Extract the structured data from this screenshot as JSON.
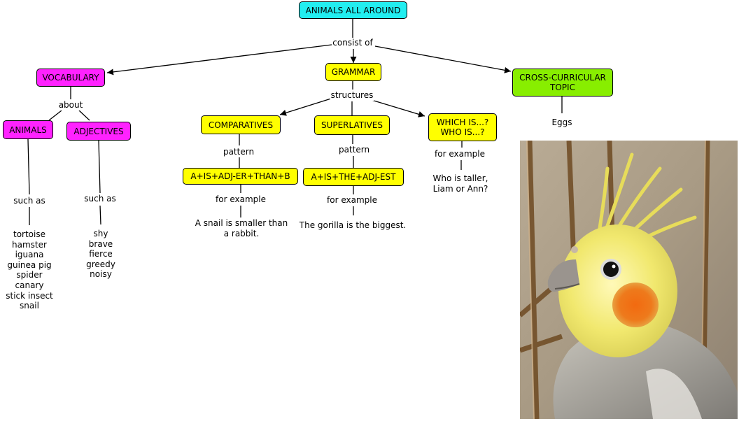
{
  "colors": {
    "root": "#22eef0",
    "vocab": "#ff22ff",
    "grammar": "#ffff00",
    "cross": "#88ee00",
    "line": "#000000"
  },
  "nodes": {
    "root": "ANIMALS ALL AROUND",
    "vocabulary": "VOCABULARY",
    "grammar": "GRAMMAR",
    "cross": "CROSS-CURRICULAR\nTOPIC",
    "animals": "ANIMALS",
    "adjectives": "ADJECTIVES",
    "comparatives": "COMPARATIVES",
    "superlatives": "SUPERLATIVES",
    "which": "WHICH IS...?\nWHO IS...?",
    "comp_pattern": "A+IS+ADJ-ER+THAN+B",
    "sup_pattern": "A+IS+THE+ADJ-EST"
  },
  "links": {
    "consist_of": "consist of",
    "about": "about",
    "structures": "structures",
    "comp_pattern": "pattern",
    "sup_pattern": "pattern",
    "which_example": "for example",
    "comp_example": "for example",
    "sup_example": "for example",
    "animals_such": "such as",
    "adjectives_such": "such as"
  },
  "leaves": {
    "eggs": "Eggs",
    "comp_sentence": "A snail is smaller than\na rabbit.",
    "sup_sentence": "The gorilla is the biggest.",
    "which_sentence": "Who is taller,\nLiam or Ann?",
    "animal_list": "tortoise\nhamster\niguana\nguinea pig\nspider\ncanary\nstick insect\nsnail",
    "adjective_list": "shy\nbrave\nfierce\ngreedy\nnoisy"
  },
  "image": {
    "subject": "cockatiel-photo"
  }
}
